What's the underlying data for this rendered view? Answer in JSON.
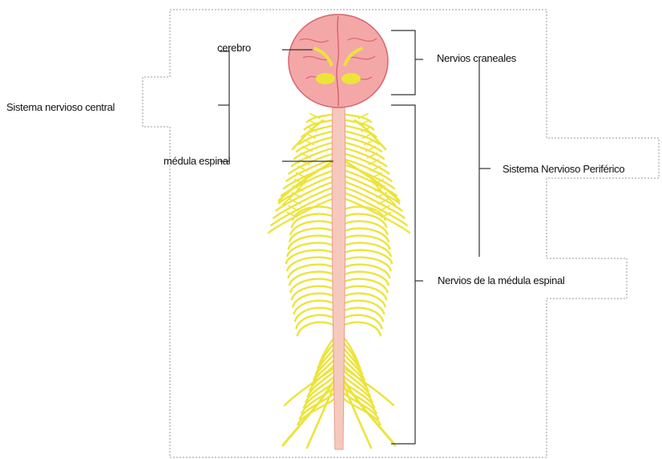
{
  "labels": {
    "brain": "cerebro",
    "spinal_cord": "médula espinal",
    "cns": "Sistema nervioso central",
    "cranial_nerves": "Nervios craneales",
    "pns": "Sistema Nervioso Periférico",
    "spinal_nerves": "Nervios de la médula espinal"
  },
  "colors": {
    "brain": "#f4a7a7",
    "brain_detail": "#d9646e",
    "cord": "#f6c9bd",
    "nerves": "#ece43a",
    "nerves_outline": "#c8b820",
    "lines": "#333333",
    "border": "#9a9a9a"
  }
}
